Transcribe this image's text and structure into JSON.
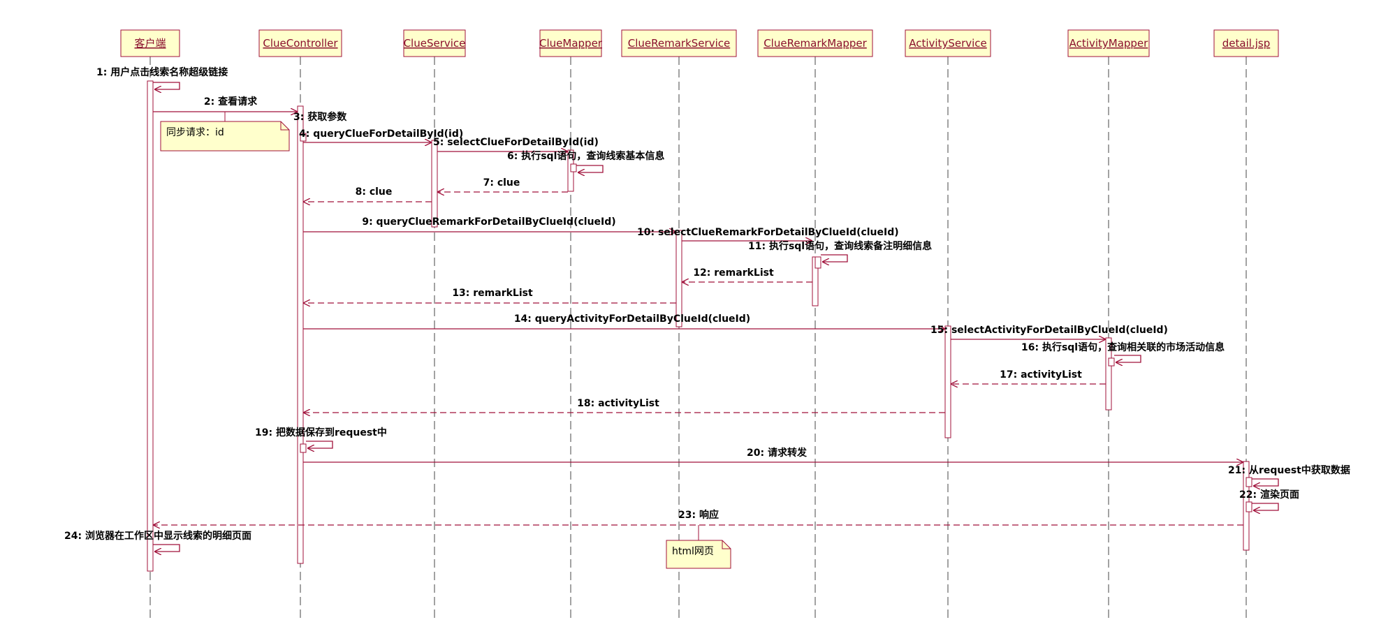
{
  "colors": {
    "line": "#a0103a",
    "header_fill": "#ffffcc",
    "header_stroke": "#a0103a",
    "note_fill": "#ffffcc",
    "lifeline": "#444444"
  },
  "participants": [
    {
      "id": "client",
      "name": "客户端"
    },
    {
      "id": "controller",
      "name": "ClueController"
    },
    {
      "id": "clueService",
      "name": "ClueService"
    },
    {
      "id": "clueMapper",
      "name": "ClueMapper"
    },
    {
      "id": "remarkService",
      "name": "ClueRemarkService"
    },
    {
      "id": "remarkMapper",
      "name": "ClueRemarkMapper"
    },
    {
      "id": "activityService",
      "name": "ActivityService"
    },
    {
      "id": "activityMapper",
      "name": "ActivityMapper"
    },
    {
      "id": "detailJsp",
      "name": "detail.jsp"
    }
  ],
  "messages": [
    {
      "n": 1,
      "text": "1: 用户点击线索名称超级链接",
      "from": "client",
      "to": "client",
      "kind": "self"
    },
    {
      "n": 2,
      "text": "2: 查看请求",
      "from": "client",
      "to": "controller",
      "kind": "call"
    },
    {
      "n": 3,
      "text": "3: 获取参数",
      "from": "controller",
      "to": "controller",
      "kind": "self"
    },
    {
      "n": 4,
      "text": "4: queryClueForDetailById(id)",
      "from": "controller",
      "to": "clueService",
      "kind": "call"
    },
    {
      "n": 5,
      "text": "5: selectClueForDetailById(id)",
      "from": "clueService",
      "to": "clueMapper",
      "kind": "call"
    },
    {
      "n": 6,
      "text": "6: 执行sql语句，查询线索基本信息",
      "from": "clueMapper",
      "to": "clueMapper",
      "kind": "self"
    },
    {
      "n": 7,
      "text": "7: clue",
      "from": "clueMapper",
      "to": "clueService",
      "kind": "return"
    },
    {
      "n": 8,
      "text": "8: clue",
      "from": "clueService",
      "to": "controller",
      "kind": "return"
    },
    {
      "n": 9,
      "text": "9: queryClueRemarkForDetailByClueId(clueId)",
      "from": "controller",
      "to": "remarkService",
      "kind": "call"
    },
    {
      "n": 10,
      "text": "10: selectClueRemarkForDetailByClueId(clueId)",
      "from": "remarkService",
      "to": "remarkMapper",
      "kind": "call"
    },
    {
      "n": 11,
      "text": "11: 执行sql语句，查询线索备注明细信息",
      "from": "remarkMapper",
      "to": "remarkMapper",
      "kind": "self"
    },
    {
      "n": 12,
      "text": "12: remarkList",
      "from": "remarkMapper",
      "to": "remarkService",
      "kind": "return"
    },
    {
      "n": 13,
      "text": "13: remarkList",
      "from": "remarkService",
      "to": "controller",
      "kind": "return"
    },
    {
      "n": 14,
      "text": "14: queryActivityForDetailByClueId(clueId)",
      "from": "controller",
      "to": "activityService",
      "kind": "call"
    },
    {
      "n": 15,
      "text": "15: selectActivityForDetailByClueId(clueId)",
      "from": "activityService",
      "to": "activityMapper",
      "kind": "call"
    },
    {
      "n": 16,
      "text": "16: 执行sql语句，查询相关联的市场活动信息",
      "from": "activityMapper",
      "to": "activityMapper",
      "kind": "self"
    },
    {
      "n": 17,
      "text": "17: activityList",
      "from": "activityMapper",
      "to": "activityService",
      "kind": "return"
    },
    {
      "n": 18,
      "text": "18: activityList",
      "from": "activityService",
      "to": "controller",
      "kind": "return"
    },
    {
      "n": 19,
      "text": "19: 把数据保存到request中",
      "from": "controller",
      "to": "controller",
      "kind": "self"
    },
    {
      "n": 20,
      "text": "20: 请求转发",
      "from": "controller",
      "to": "detailJsp",
      "kind": "call"
    },
    {
      "n": 21,
      "text": "21: 从request中获取数据",
      "from": "detailJsp",
      "to": "detailJsp",
      "kind": "self"
    },
    {
      "n": 22,
      "text": "22: 渲染页面",
      "from": "detailJsp",
      "to": "detailJsp",
      "kind": "self"
    },
    {
      "n": 23,
      "text": "23: 响应",
      "from": "detailJsp",
      "to": "client",
      "kind": "return"
    },
    {
      "n": 24,
      "text": "24: 浏览器在工作区中显示线索的明细页面",
      "from": "client",
      "to": "client",
      "kind": "self"
    }
  ],
  "notes": [
    {
      "id": "sync-note",
      "text": "同步请求：id"
    },
    {
      "id": "html-note",
      "text": "html网页"
    }
  ]
}
